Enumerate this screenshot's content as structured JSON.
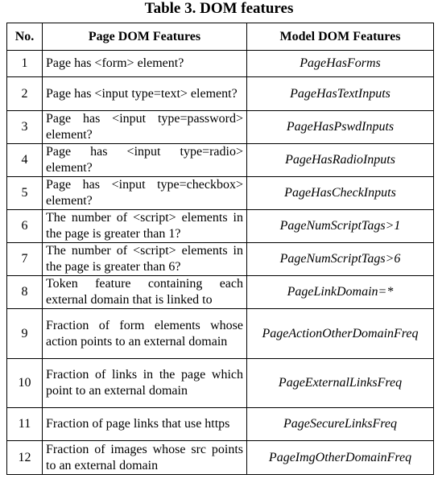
{
  "caption": "Table 3. DOM features",
  "columns": {
    "no": "No.",
    "page": "Page DOM Features",
    "model": "Model DOM Features"
  },
  "rows": [
    {
      "no": "1",
      "page": "Page has <form> element?",
      "model": "PageHasForms"
    },
    {
      "no": "2",
      "page": "Page has <input type=text> element?",
      "model": "PageHasTextInputs"
    },
    {
      "no": "3",
      "page": "Page has <input type=password> element?",
      "model": "PageHasPswdInputs"
    },
    {
      "no": "4",
      "page": "Page has <input type=radio> element?",
      "model": "PageHasRadioInputs"
    },
    {
      "no": "5",
      "page": "Page has <input type=checkbox> element?",
      "model": "PageHasCheckInputs"
    },
    {
      "no": "6",
      "page": "The number of <script> elements in the page is greater than 1?",
      "model": "PageNumScriptTags>1"
    },
    {
      "no": "7",
      "page": "The number of <script> elements in the page is greater than 6?",
      "model": "PageNumScriptTags>6"
    },
    {
      "no": "8",
      "page": "Token feature containing each external domain that is linked to",
      "model": "PageLinkDomain=*"
    },
    {
      "no": "9",
      "page": "Fraction of form elements whose action points to an external domain",
      "model": "PageActionOtherDomainFreq"
    },
    {
      "no": "10",
      "page": "Fraction of links in the page which point to an external domain",
      "model": "PageExternalLinksFreq"
    },
    {
      "no": "11",
      "page": "Fraction of page links that use https",
      "model": "PageSecureLinksFreq"
    },
    {
      "no": "12",
      "page": "Fraction of images whose src points to an external domain",
      "model": "PageImgOtherDomainFreq"
    }
  ]
}
